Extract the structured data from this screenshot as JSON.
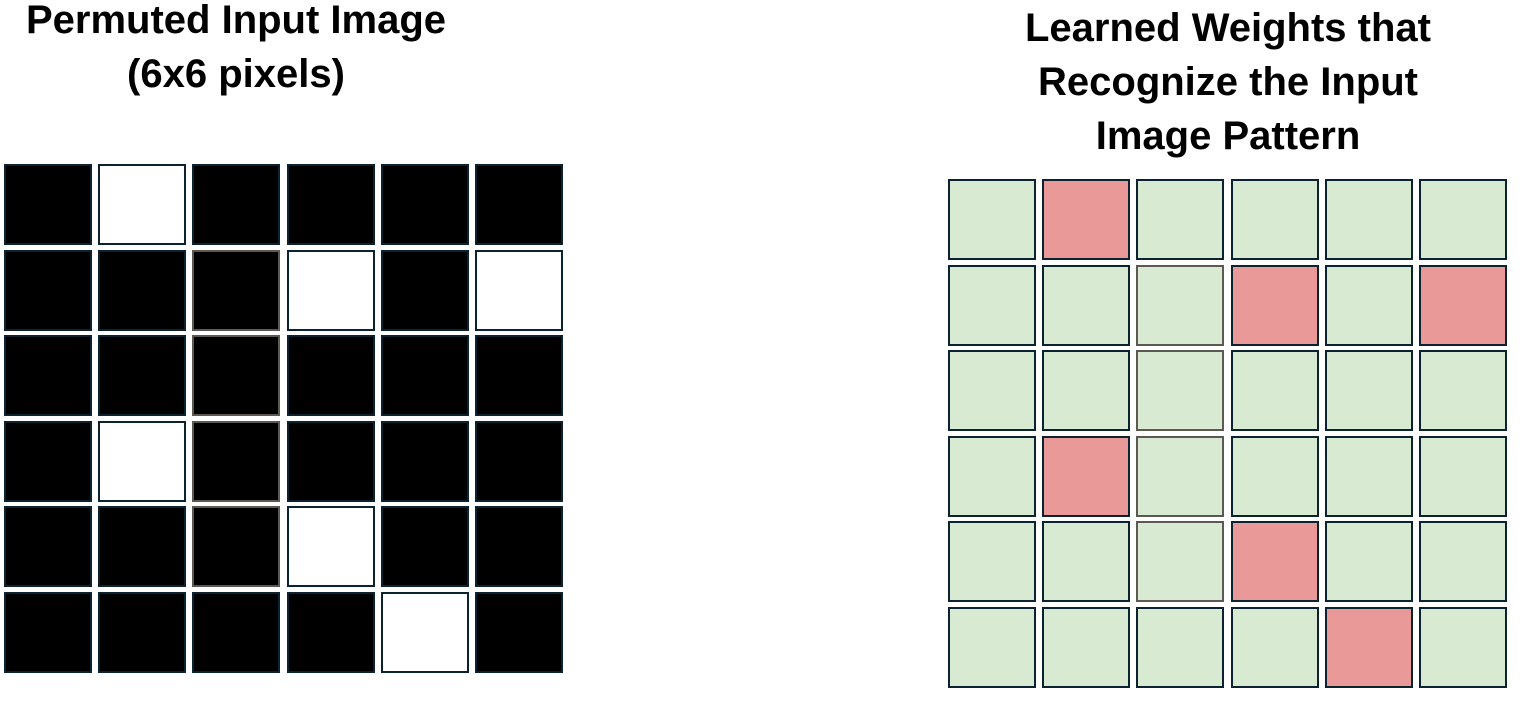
{
  "left_panel": {
    "title_lines": [
      "Permuted Input Image",
      "(6x6 pixels)"
    ],
    "grid": [
      [
        0,
        1,
        0,
        0,
        0,
        0
      ],
      [
        0,
        0,
        0,
        1,
        0,
        1
      ],
      [
        0,
        0,
        0,
        0,
        0,
        0
      ],
      [
        0,
        1,
        0,
        0,
        0,
        0
      ],
      [
        0,
        0,
        0,
        1,
        0,
        0
      ],
      [
        0,
        0,
        0,
        0,
        1,
        0
      ]
    ],
    "cell_colors": {
      "0": "#000000",
      "1": "#ffffff"
    }
  },
  "right_panel": {
    "title_lines": [
      "Learned Weights that",
      "Recognize the Input",
      "Image Pattern"
    ],
    "grid": [
      [
        0,
        1,
        0,
        0,
        0,
        0
      ],
      [
        0,
        0,
        0,
        1,
        0,
        1
      ],
      [
        0,
        0,
        0,
        0,
        0,
        0
      ],
      [
        0,
        1,
        0,
        0,
        0,
        0
      ],
      [
        0,
        0,
        0,
        1,
        0,
        0
      ],
      [
        0,
        0,
        0,
        0,
        1,
        0
      ]
    ],
    "cell_colors": {
      "0": "#d9ead3",
      "1": "#ea9999"
    }
  },
  "highlighted_column": 2,
  "highlighted_rows": [
    1,
    2,
    3,
    4
  ]
}
